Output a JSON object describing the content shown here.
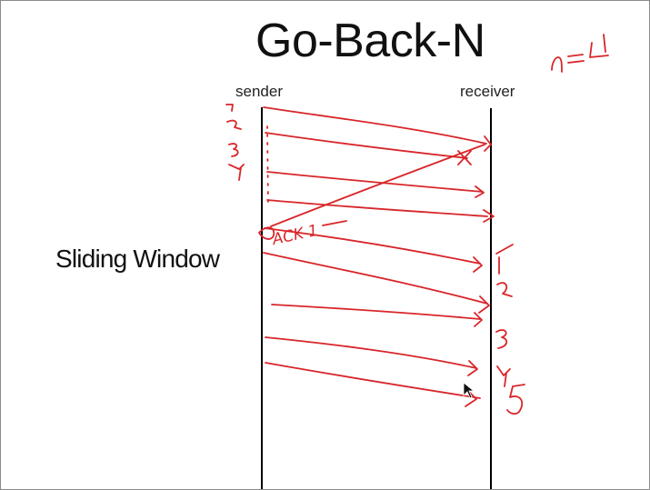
{
  "slide": {
    "title": "Go-Back-N",
    "sender_label": "sender",
    "receiver_label": "receiver",
    "side_label": "Sliding Window"
  },
  "annotations": {
    "window_size": "n=4",
    "ack_label": "ACK 1",
    "sender_seq": [
      "1",
      "2",
      "3",
      "4"
    ],
    "receiver_seq": [
      "1",
      "2",
      "3",
      "4",
      "5"
    ]
  },
  "colors": {
    "ink": "#d8262a",
    "timeline": "#000000",
    "text": "#111111"
  }
}
